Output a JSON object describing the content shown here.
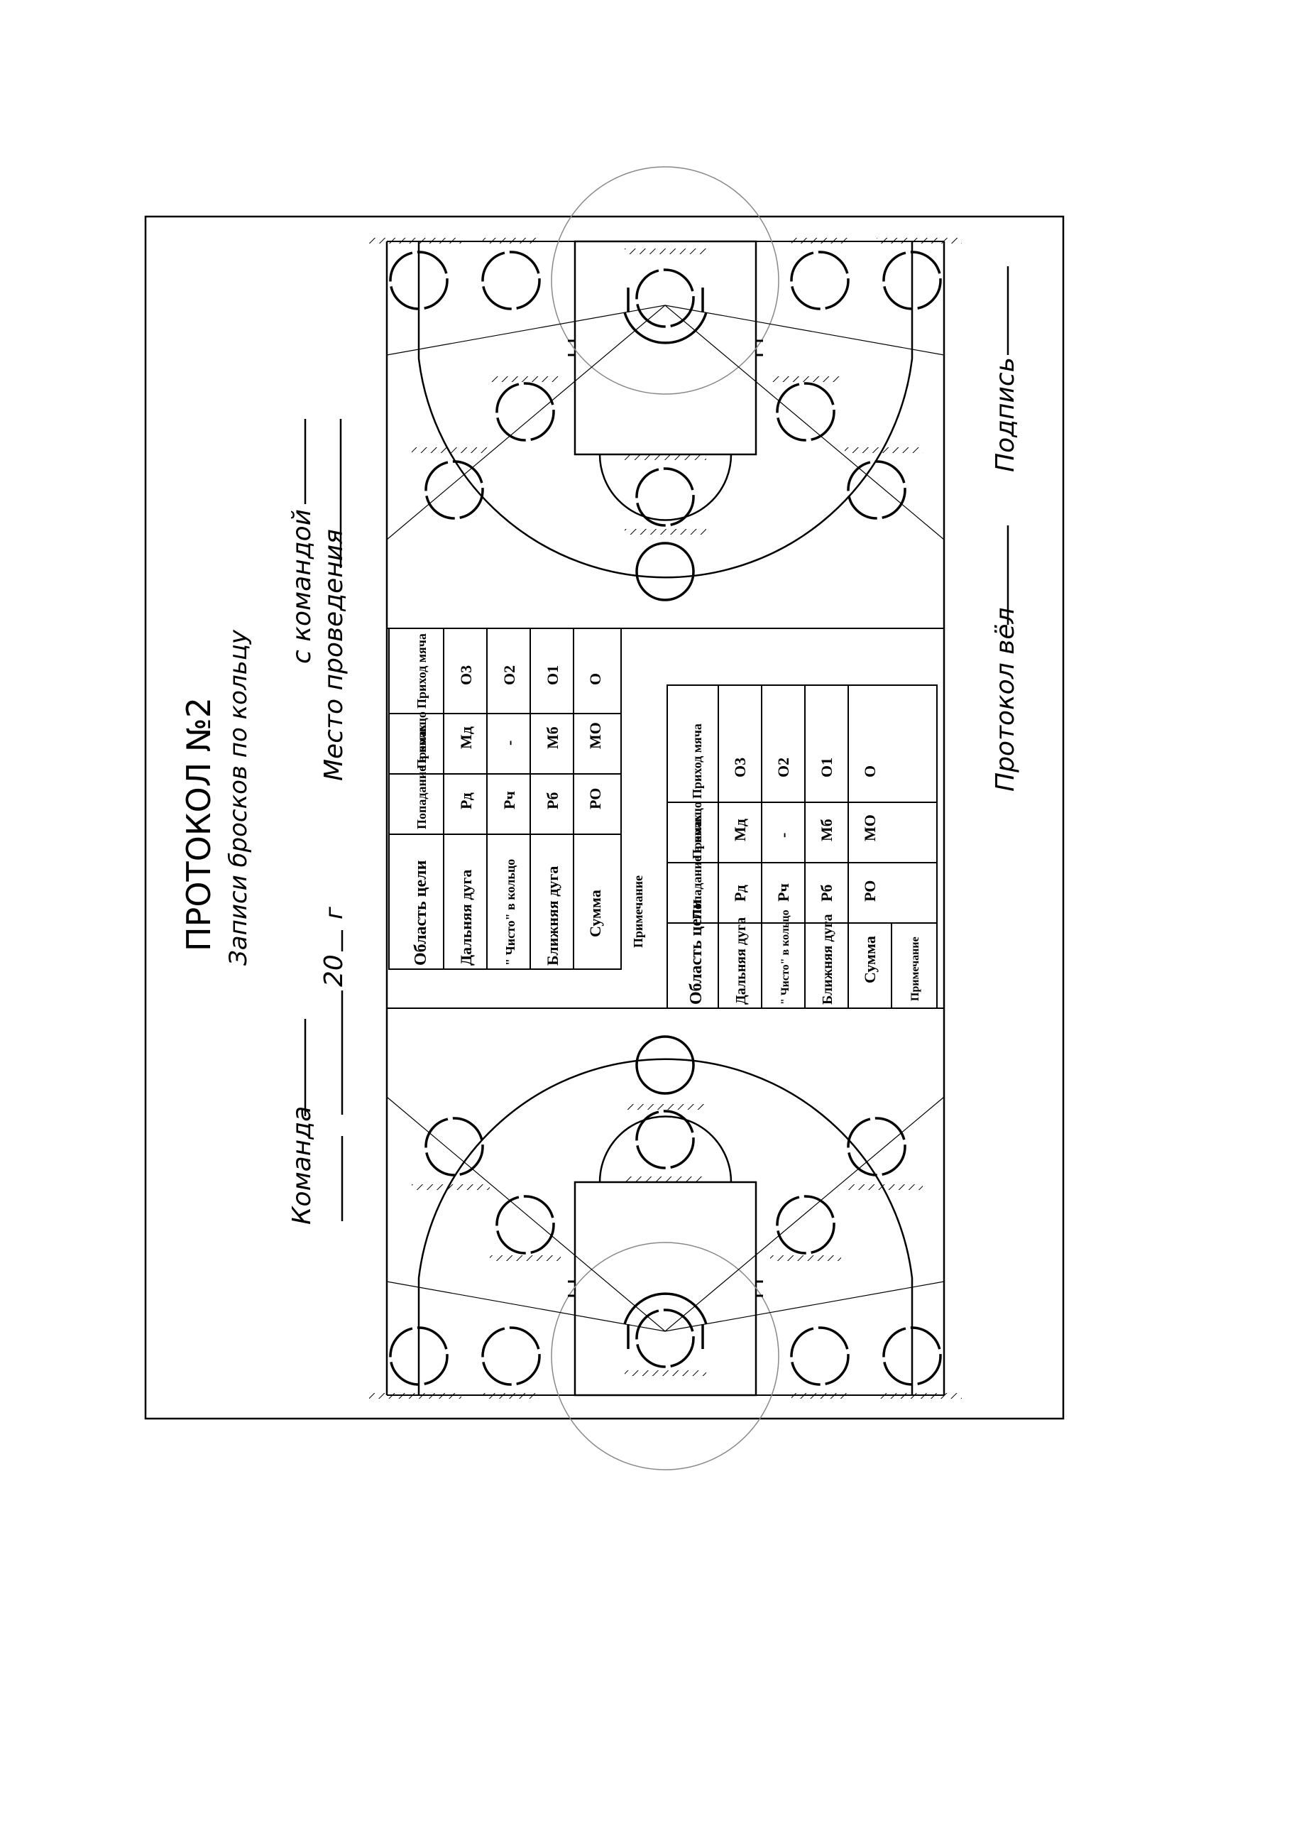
{
  "header": {
    "title": "ПРОТОКОЛ №2",
    "subtitle": "Записи бросков по кольцу",
    "team_label": "Команда",
    "date_year": "20",
    "date_suffix": "г",
    "opponent_label": "с командой",
    "venue_label": "Место проведения"
  },
  "footer": {
    "recorder_label": "Протокол вёл",
    "signature_label": "Подпись"
  },
  "tables": [
    {
      "headers": [
        "Область цели",
        "Попадание в кольцо",
        "Промах",
        "Приход мяча"
      ],
      "rows": [
        [
          "Дальняя дуга",
          "Рд",
          "Мд",
          "О3"
        ],
        [
          "\" Чисто\" в кольцо",
          "Рч",
          "-",
          "О2"
        ],
        [
          "Ближняя дуга",
          "Рб",
          "Мб",
          "О1"
        ],
        [
          "Сумма",
          "РО",
          "МО",
          "О"
        ]
      ],
      "note_label": "Примечание"
    },
    {
      "headers": [
        "Область цели",
        "Попадание в кольцо",
        "Промах",
        "Приход мяча"
      ],
      "rows": [
        [
          "Дальняя дуга",
          "Рд",
          "Мд",
          "О3"
        ],
        [
          "\" Чисто\" в кольцо",
          "Рч",
          "-",
          "О2"
        ],
        [
          "Ближняя дуга",
          "Рб",
          "Мб",
          "О1"
        ],
        [
          "Сумма",
          "РО",
          "МО",
          "О"
        ]
      ],
      "note_label": "Примечание"
    }
  ],
  "colors": {
    "ink": "#000000",
    "paper": "#ffffff",
    "guide": "#7a7a7a"
  }
}
